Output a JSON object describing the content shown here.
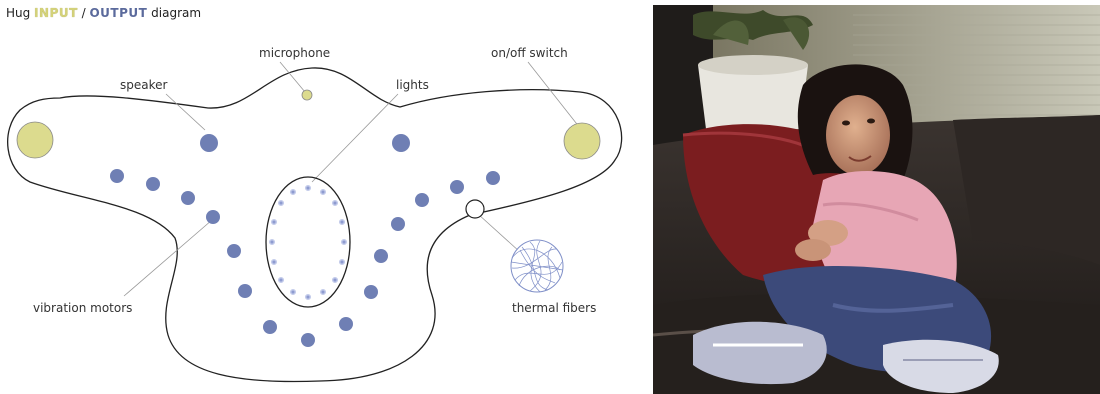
{
  "diagram": {
    "title_prefix": "Hug ",
    "title_input": "INPUT",
    "title_sep": " / ",
    "title_output": "OUTPUT",
    "title_suffix": " diagram",
    "labels": {
      "microphone": "microphone",
      "speaker": "speaker",
      "lights": "lights",
      "switch": "on/off switch",
      "motors": "vibration motors",
      "fibers": "thermal fibers"
    },
    "colors": {
      "input": "#dcdb8e",
      "output": "#6f7fb4",
      "outline": "#222222",
      "leader": "#999999"
    }
  },
  "photo": {
    "icon": "photo-girl-hugging-pillow-on-couch"
  }
}
